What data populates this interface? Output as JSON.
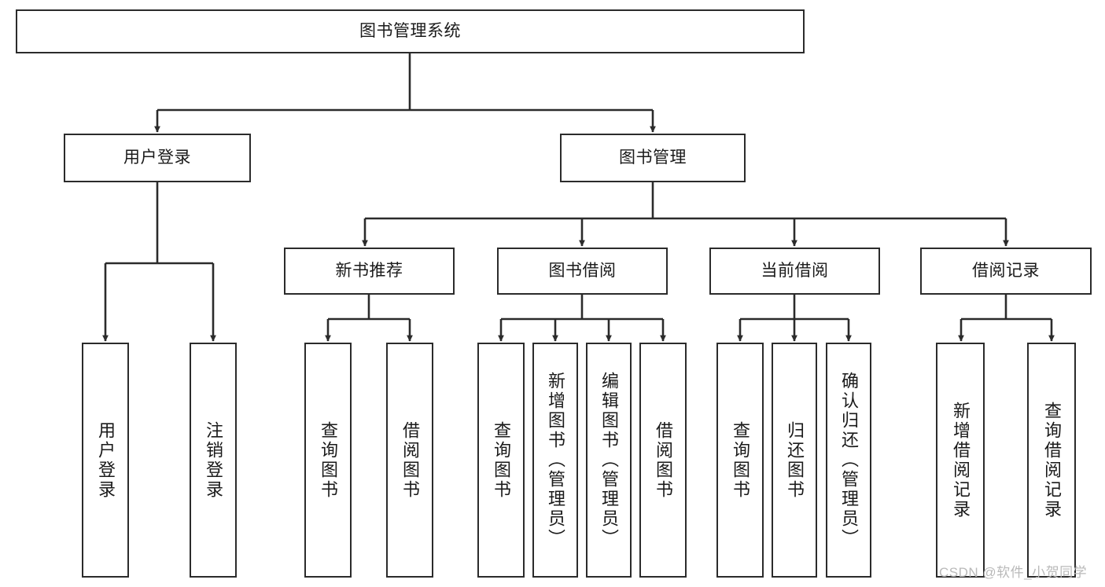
{
  "diagram": {
    "title": "图书管理系统",
    "type": "tree-hierarchy-chart",
    "accent_color": "#2b2b2b",
    "background": "#ffffff",
    "watermark": "CSDN @软件_小贺同学"
  },
  "nodes": {
    "root": {
      "label": "图书管理系统"
    },
    "level2": [
      {
        "id": "user-login",
        "label": "用户登录"
      },
      {
        "id": "book-manage",
        "label": "图书管理"
      }
    ],
    "level3": [
      {
        "id": "new-book-recommend",
        "label": "新书推荐"
      },
      {
        "id": "book-borrow",
        "label": "图书借阅"
      },
      {
        "id": "current-borrow",
        "label": "当前借阅"
      },
      {
        "id": "borrow-record",
        "label": "借阅记录"
      }
    ],
    "leaves": {
      "user_login": [
        {
          "id": "leaf-user-login",
          "label": "用户登录"
        },
        {
          "id": "leaf-logout-login",
          "label": "注销登录"
        }
      ],
      "new_book_recommend": [
        {
          "id": "leaf-query-book-1",
          "label": "查询图书"
        },
        {
          "id": "leaf-borrow-book-1",
          "label": "借阅图书"
        }
      ],
      "book_borrow": [
        {
          "id": "leaf-query-book-2",
          "label": "查询图书"
        },
        {
          "id": "leaf-add-book",
          "label": "新增图书（管理员）"
        },
        {
          "id": "leaf-edit-book",
          "label": "编辑图书（管理员）"
        },
        {
          "id": "leaf-borrow-book-2",
          "label": "借阅图书"
        }
      ],
      "current_borrow": [
        {
          "id": "leaf-query-book-3",
          "label": "查询图书"
        },
        {
          "id": "leaf-return-book",
          "label": "归还图书"
        },
        {
          "id": "leaf-confirm-return",
          "label": "确认归还（管理员）"
        }
      ],
      "borrow_record": [
        {
          "id": "leaf-add-record",
          "label": "新增借阅记录"
        },
        {
          "id": "leaf-query-record",
          "label": "查询借阅记录"
        }
      ]
    }
  }
}
